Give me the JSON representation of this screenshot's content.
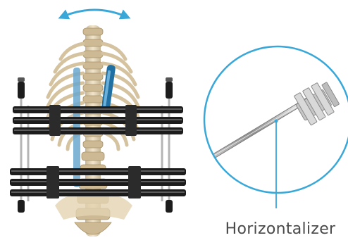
{
  "callout": {
    "label": "Horizontalizer"
  },
  "icons": {
    "rotation_arrow": "double-headed-curved-arrow-icon",
    "skeleton": "spine-ribcage-illustration",
    "device": "horizontalizer-instrument-illustration"
  },
  "colors": {
    "accent": "#39a8d8",
    "rod_blue": "#1f6fa3",
    "clamp_dark": "#1c1c1c",
    "bone": "#dcc9a6",
    "label_text": "#4a4a4a"
  }
}
